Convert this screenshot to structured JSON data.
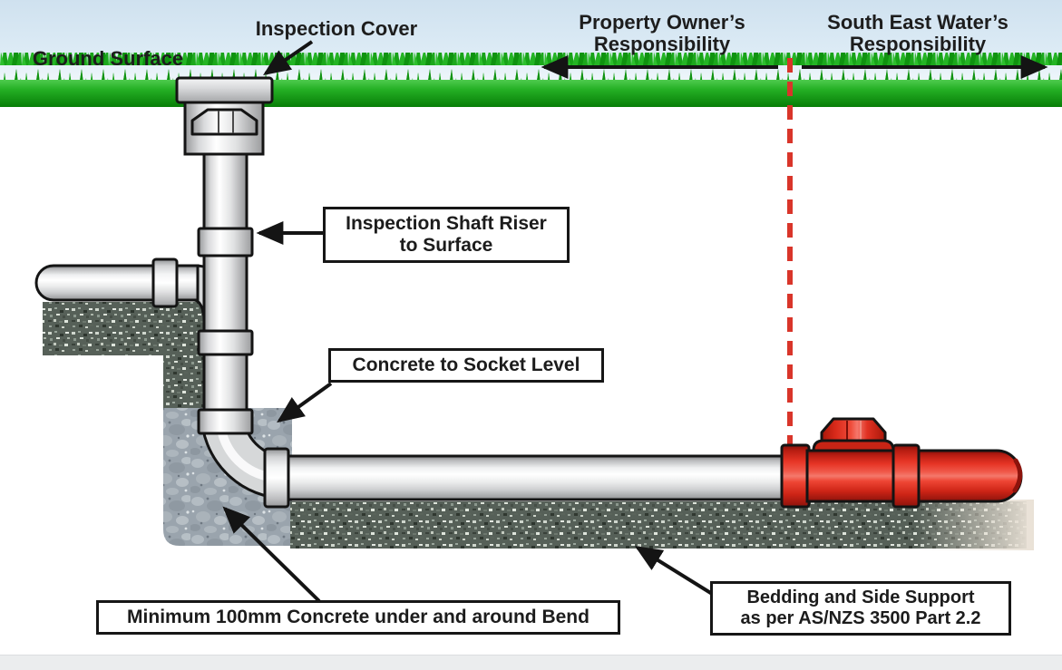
{
  "scene": {
    "ground_surface": "Ground Surface",
    "inspection_cover": "Inspection Cover",
    "responsibility_left": {
      "line1": "Property Owner’s",
      "line2": "Responsibility"
    },
    "responsibility_right": {
      "line1": "South East Water’s",
      "line2": "Responsibility"
    }
  },
  "callouts": {
    "riser": {
      "line1": "Inspection Shaft Riser",
      "line2": "to Surface"
    },
    "concrete_socket": {
      "line1": "Concrete to Socket Level"
    },
    "min_concrete": {
      "line1": "Minimum 100mm Concrete under and around Bend"
    },
    "bedding": {
      "line1": "Bedding and Side Support",
      "line2": "as per AS/NZS 3500 Part 2.2"
    }
  },
  "colors": {
    "sky_blue": "#cfe1ef",
    "grass_green": "#21ab21",
    "sand_yellow": "#e4cd75",
    "earth_brown": "#c8a67d",
    "stone_light": "#eae3da",
    "gravel_grey_green": "#566058",
    "concrete_blue_grey": "#9aa4ad",
    "pipe_white": "#f2f3f4",
    "sewer_main_red": "#e0362a",
    "boundary_line_red": "#d9352a",
    "outline_black": "#141414",
    "label_background": "#ffffff"
  }
}
